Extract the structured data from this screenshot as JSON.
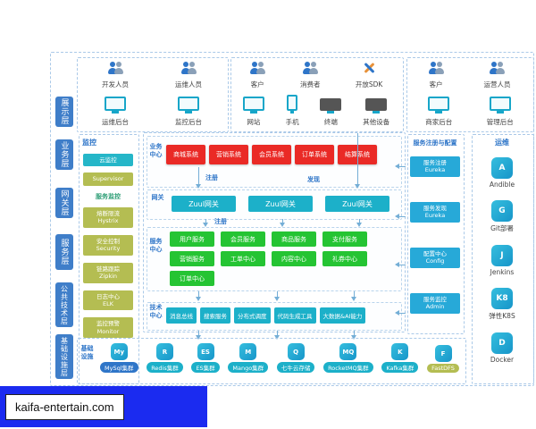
{
  "colors": {
    "layer_blue": "#3f7ec9",
    "teal": "#1cb0c9",
    "red": "#ea2a26",
    "green": "#25c433",
    "olive": "#b4bd52",
    "accent_text_blue": "#2e75c8",
    "watermark_bg": "#1b2bf0"
  },
  "top_groups": [
    {
      "users": [
        {
          "label": "开发人员",
          "kind": "people"
        },
        {
          "label": "运维人员",
          "kind": "people"
        }
      ],
      "devices": [
        {
          "label": "运维后台",
          "kind": "monitor"
        },
        {
          "label": "监控后台",
          "kind": "monitor"
        }
      ]
    },
    {
      "users": [
        {
          "label": "客户",
          "kind": "people"
        },
        {
          "label": "消费者",
          "kind": "people"
        },
        {
          "label": "开放SDK",
          "kind": "tools"
        }
      ],
      "devices": [
        {
          "label": "网站",
          "kind": "monitor"
        },
        {
          "label": "手机",
          "kind": "phone"
        },
        {
          "label": "终端",
          "kind": "device"
        },
        {
          "label": "其他设备",
          "kind": "device"
        }
      ]
    },
    {
      "users": [
        {
          "label": "客户",
          "kind": "people"
        },
        {
          "label": "运营人员",
          "kind": "people"
        }
      ],
      "devices": [
        {
          "label": "商家后台",
          "kind": "monitor"
        },
        {
          "label": "管理后台",
          "kind": "monitor"
        }
      ]
    }
  ],
  "layers": [
    "展示层",
    "业务层",
    "网关层",
    "服务层",
    "公共技术层",
    "基础设施层"
  ],
  "monitor": {
    "title": "监控",
    "cloud": "云监控",
    "supervisor": "Supervisor",
    "subtitle": "服务监控",
    "items": [
      {
        "cn": "熔断限流",
        "en": "Hystrix"
      },
      {
        "cn": "安全控制",
        "en": "Security"
      },
      {
        "cn": "链路跟踪",
        "en": "Zipkin"
      },
      {
        "cn": "日志中心",
        "en": "ELK"
      },
      {
        "cn": "监控预警",
        "en": "Monitor"
      }
    ]
  },
  "business": {
    "label": "业务中心",
    "register_label": "注册",
    "discover_label": "发现",
    "modules": [
      {
        "label": "商城系统"
      },
      {
        "label": "营销系统"
      },
      {
        "label": "会员系统"
      },
      {
        "label": "订单系统"
      },
      {
        "label": "结算系统"
      }
    ]
  },
  "gateway": {
    "label": "网关",
    "register_label": "注册",
    "nodes": [
      {
        "label": "Zuul网关"
      },
      {
        "label": "Zuul网关"
      },
      {
        "label": "Zuul网关"
      }
    ]
  },
  "services": {
    "label": "服务中心",
    "row1": [
      {
        "label": "用户服务"
      },
      {
        "label": "会员服务"
      },
      {
        "label": "商品服务"
      },
      {
        "label": "支付服务"
      }
    ],
    "row2": [
      {
        "label": "营销服务"
      },
      {
        "label": "工单中心"
      },
      {
        "label": "内容中心"
      },
      {
        "label": "礼券中心"
      }
    ],
    "row3": [
      {
        "label": "订单中心"
      }
    ]
  },
  "tech": {
    "label": "技术中心",
    "items": [
      {
        "label": "消息总线"
      },
      {
        "label": "搜索服务"
      },
      {
        "label": "分布式调度"
      },
      {
        "label": "代码生成工具"
      },
      {
        "label": "大数据&AI能力"
      }
    ]
  },
  "registry": {
    "title": "服务注册与配置",
    "items": [
      {
        "cn": "服务注册",
        "en": "Eureka"
      },
      {
        "cn": "服务发现",
        "en": "Eureka"
      },
      {
        "cn": "配置中心",
        "en": "Config"
      },
      {
        "cn": "服务监控",
        "en": "Admin"
      }
    ]
  },
  "ops": {
    "title": "运维",
    "items": [
      {
        "label": "Andible",
        "icon": "ansible-icon",
        "abbr": "A"
      },
      {
        "label": "Git部署",
        "icon": "git-icon",
        "abbr": "G"
      },
      {
        "label": "Jenkins",
        "icon": "jenkins-icon",
        "abbr": "J"
      },
      {
        "label": "弹性K8S",
        "icon": "kubernetes-icon",
        "abbr": "K8"
      },
      {
        "label": "Docker",
        "icon": "docker-icon",
        "abbr": "D"
      }
    ]
  },
  "infra": {
    "label": "基础设施",
    "items": [
      {
        "label": "MySql集群",
        "icon": "mysql-icon",
        "abbr": "My",
        "color": "#2e75c8"
      },
      {
        "label": "Redis集群",
        "icon": "redis-icon",
        "abbr": "R",
        "color": "#1cb0c9"
      },
      {
        "label": "ES集群",
        "icon": "elasticsearch-icon",
        "abbr": "ES",
        "color": "#1cb0c9"
      },
      {
        "label": "Mango集群",
        "icon": "mongodb-icon",
        "abbr": "M",
        "color": "#1cb0c9"
      },
      {
        "label": "七牛云存储",
        "icon": "qiniu-cloud-icon",
        "abbr": "Q",
        "color": "#1cb0c9"
      },
      {
        "label": "RocketMQ集群",
        "icon": "rocketmq-icon",
        "abbr": "MQ",
        "color": "#1cb0c9"
      },
      {
        "label": "Kafka集群",
        "icon": "kafka-icon",
        "abbr": "K",
        "color": "#1cb0c9"
      },
      {
        "label": "FastDFS",
        "icon": "fastdfs-icon",
        "abbr": "F",
        "color": "#b4bd52"
      }
    ]
  },
  "watermark": {
    "text": "kaifa-entertain.com"
  }
}
